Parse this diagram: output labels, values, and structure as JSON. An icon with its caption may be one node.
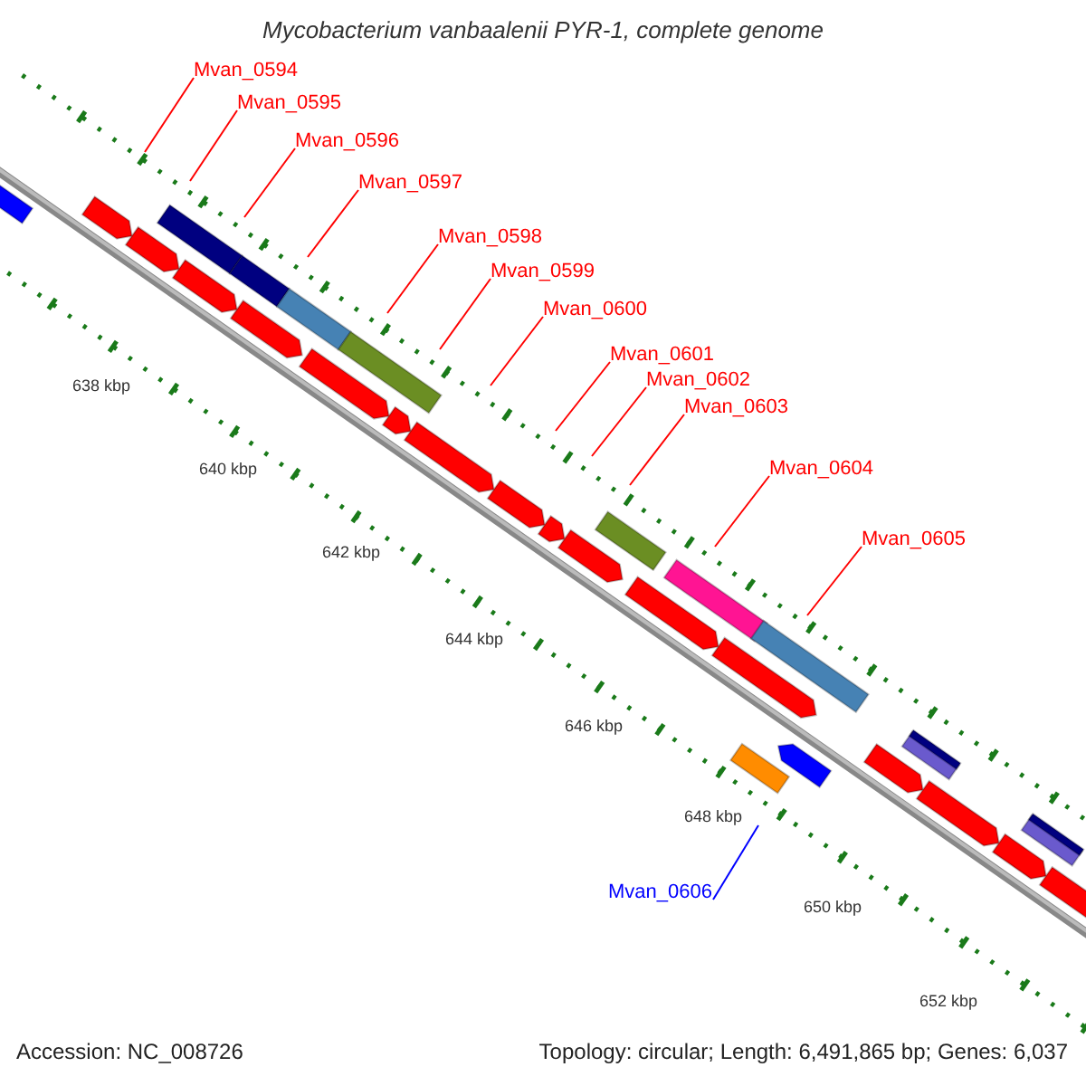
{
  "diagram": {
    "title": "Mycobacterium vanbaalenii PYR-1, complete genome",
    "nodes": [
      {
        "text": [
          "Mvan_0594"
        ]
      },
      {
        "text": [
          "Mvan_0595"
        ]
      },
      {
        "text": [
          "Mvan_0596"
        ]
      },
      {
        "text": [
          "Mvan_0597"
        ]
      },
      {
        "text": [
          "Mvan_0598"
        ]
      },
      {
        "text": [
          "Mvan_0599"
        ]
      },
      {
        "text": [
          "Mvan_0600"
        ]
      },
      {
        "text": [
          "Mvan_0601"
        ]
      },
      {
        "text": [
          "Mvan_0602"
        ]
      },
      {
        "text": [
          "Mvan_0603"
        ]
      },
      {
        "text": [
          "Mvan_0604"
        ]
      },
      {
        "text": [
          "Mvan_0605"
        ]
      },
      {
        "text": [
          "Mvan_0606"
        ]
      }
    ],
    "edges": [
      {
        "from": 0,
        "to": null,
        "arrow": "none"
      },
      {
        "from": 1,
        "to": null,
        "arrow": "none"
      },
      {
        "from": 2,
        "to": null,
        "arrow": "none"
      },
      {
        "from": 3,
        "to": null,
        "arrow": "none"
      },
      {
        "from": 4,
        "to": null,
        "arrow": "none"
      },
      {
        "from": 5,
        "to": null,
        "arrow": "none"
      },
      {
        "from": 6,
        "to": null,
        "arrow": "none"
      },
      {
        "from": 7,
        "to": null,
        "arrow": "none"
      },
      {
        "from": 8,
        "to": null,
        "arrow": "none"
      },
      {
        "from": 9,
        "to": null,
        "arrow": "none"
      },
      {
        "from": 10,
        "to": null,
        "arrow": "none"
      },
      {
        "from": 11,
        "to": null,
        "arrow": "none"
      },
      {
        "from": 12,
        "to": null,
        "arrow": "none",
        "color": "#0000ff"
      }
    ],
    "labels": [
      "638 kbp",
      "640 kbp",
      "642 kbp",
      "644 kbp",
      "646 kbp",
      "648 kbp",
      "650 kbp",
      "652 kbp",
      "Accession: NC_008726",
      "Topology: circular; Length: 6,491,865 bp; Genes: 6,037"
    ]
  }
}
